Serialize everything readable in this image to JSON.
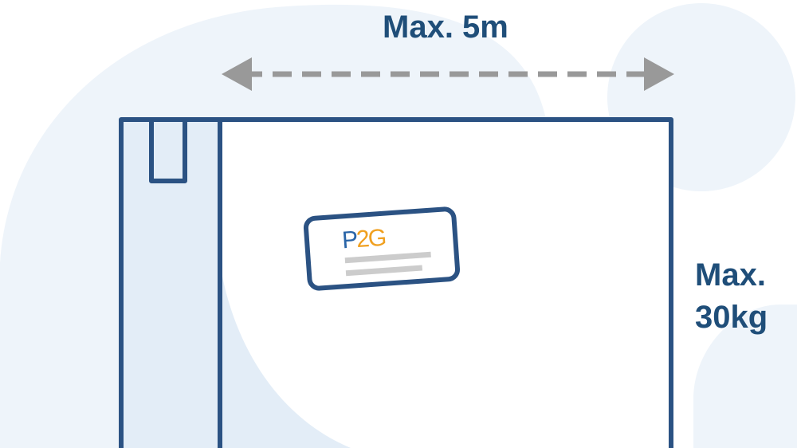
{
  "width_label": "Max. 5m",
  "weight_label": {
    "line1": "Max.",
    "line2": "30kg"
  },
  "parcel_label": {
    "logo_text": "P2G",
    "logo_p": "P",
    "logo_2g": "2G"
  },
  "colors": {
    "outline": "#2b5283",
    "text": "#1f4e79",
    "arrow": "#999999",
    "background_blob": "#eef4fa",
    "strip": "#e3edf7",
    "logo_blue": "#2a65a8",
    "logo_orange": "#f0a020",
    "label_lines": "#cccccc"
  }
}
